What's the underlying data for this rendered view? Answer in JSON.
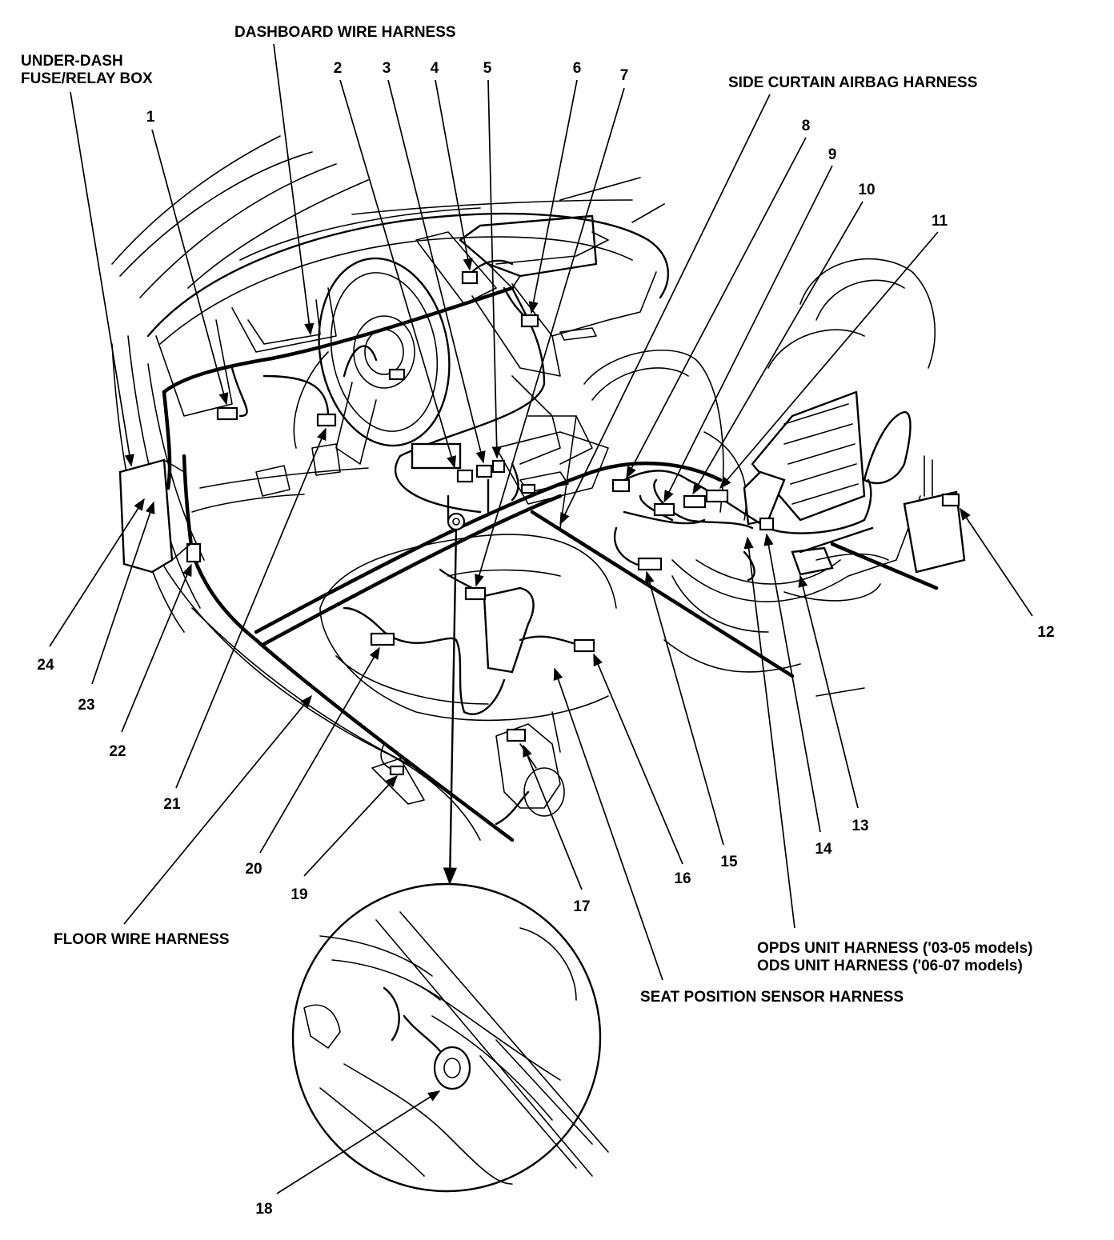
{
  "headings": {
    "underdash_line1": "UNDER-DASH",
    "underdash_line2": "FUSE/RELAY BOX",
    "dashboard": "DASHBOARD WIRE HARNESS",
    "side_curtain": "SIDE CURTAIN AIRBAG HARNESS",
    "floor": "FLOOR WIRE HARNESS",
    "opds_line1": "OPDS UNIT HARNESS ('03-05 models)",
    "opds_line2": "ODS UNIT HARNESS ('06-07 models)",
    "seat_position": "SEAT POSITION SENSOR HARNESS"
  },
  "callouts": [
    "1",
    "2",
    "3",
    "4",
    "5",
    "6",
    "7",
    "8",
    "9",
    "10",
    "11",
    "12",
    "13",
    "14",
    "15",
    "16",
    "17",
    "18",
    "19",
    "20",
    "21",
    "22",
    "23",
    "24"
  ],
  "icons": {
    "arrowhead": "arrow-head-icon",
    "connector": "connector-icon",
    "ground": "ground-bolt-icon"
  }
}
